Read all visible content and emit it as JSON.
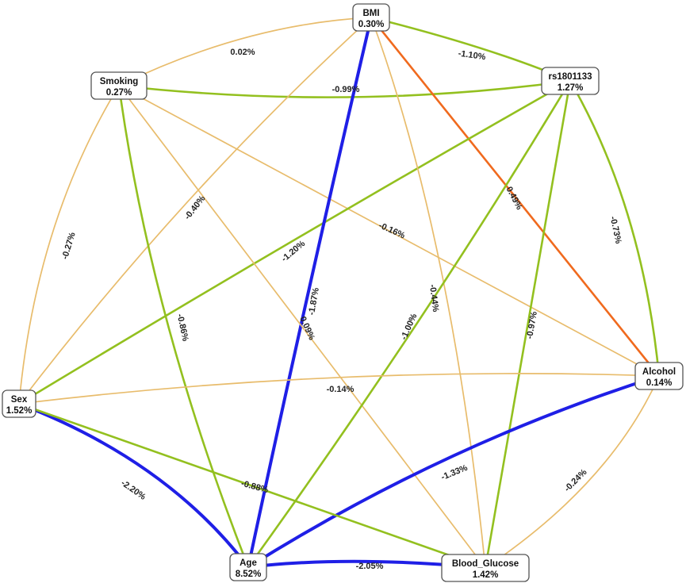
{
  "colors": {
    "weak_positive": "#e8bc6c",
    "negative": "#93c01f",
    "strong_positive": "#f06a1e",
    "strong_negative": "#1f1fe6"
  },
  "nodes": [
    {
      "id": "bmi",
      "name": "BMI",
      "value": "0.30%"
    },
    {
      "id": "rs",
      "name": "rs1801133",
      "value": "1.27%"
    },
    {
      "id": "smoking",
      "name": "Smoking",
      "value": "0.27%"
    },
    {
      "id": "alcohol",
      "name": "Alcohol",
      "value": "0.14%"
    },
    {
      "id": "sex",
      "name": "Sex",
      "value": "1.52%"
    },
    {
      "id": "age",
      "name": "Age",
      "value": "8.52%"
    },
    {
      "id": "glucose",
      "name": "Blood_Glucose",
      "value": "1.42%"
    }
  ],
  "edges": [
    {
      "id": "smoking-bmi",
      "source": "smoking",
      "target": "bmi",
      "label": "0.02%",
      "kind": "weak_positive"
    },
    {
      "id": "bmi-rs",
      "source": "bmi",
      "target": "rs",
      "label": "-1.10%",
      "kind": "negative"
    },
    {
      "id": "smoking-rs",
      "source": "smoking",
      "target": "rs",
      "label": "-0.99%",
      "kind": "negative"
    },
    {
      "id": "bmi-alcohol",
      "source": "bmi",
      "target": "alcohol",
      "label": "0.49%",
      "kind": "strong_positive"
    },
    {
      "id": "rs-alcohol",
      "source": "rs",
      "target": "alcohol",
      "label": "-0.73%",
      "kind": "negative"
    },
    {
      "id": "smoking-sex",
      "source": "smoking",
      "target": "sex",
      "label": "-0.27%",
      "kind": "weak_positive"
    },
    {
      "id": "bmi-sex",
      "source": "bmi",
      "target": "sex",
      "label": "-0.40%",
      "kind": "weak_positive"
    },
    {
      "id": "smoking-alcohol",
      "source": "smoking",
      "target": "alcohol",
      "label": "-0.16%",
      "kind": "weak_positive"
    },
    {
      "id": "rs-sex",
      "source": "rs",
      "target": "sex",
      "label": "-1.20%",
      "kind": "negative"
    },
    {
      "id": "bmi-age",
      "source": "bmi",
      "target": "age",
      "label": "-1.87%",
      "kind": "strong_negative"
    },
    {
      "id": "smoking-glucose",
      "source": "smoking",
      "target": "glucose",
      "label": "0.09%",
      "kind": "weak_positive"
    },
    {
      "id": "bmi-glucose",
      "source": "bmi",
      "target": "glucose",
      "label": "-0.44%",
      "kind": "weak_positive"
    },
    {
      "id": "rs-age",
      "source": "rs",
      "target": "age",
      "label": "-1.00%",
      "kind": "negative"
    },
    {
      "id": "rs-glucose",
      "source": "rs",
      "target": "glucose",
      "label": "-0.97%",
      "kind": "negative"
    },
    {
      "id": "smoking-age",
      "source": "smoking",
      "target": "age",
      "label": "-0.86%",
      "kind": "negative"
    },
    {
      "id": "sex-alcohol",
      "source": "sex",
      "target": "alcohol",
      "label": "-0.14%",
      "kind": "weak_positive"
    },
    {
      "id": "age-alcohol",
      "source": "age",
      "target": "alcohol",
      "label": "-1.33%",
      "kind": "strong_negative"
    },
    {
      "id": "sex-age",
      "source": "sex",
      "target": "age",
      "label": "-2.20%",
      "kind": "strong_negative"
    },
    {
      "id": "sex-glucose",
      "source": "sex",
      "target": "glucose",
      "label": "-0.88%",
      "kind": "negative"
    },
    {
      "id": "glucose-alcohol",
      "source": "glucose",
      "target": "alcohol",
      "label": "-0.24%",
      "kind": "weak_positive"
    },
    {
      "id": "age-glucose",
      "source": "age",
      "target": "glucose",
      "label": "-2.05%",
      "kind": "strong_negative"
    }
  ]
}
